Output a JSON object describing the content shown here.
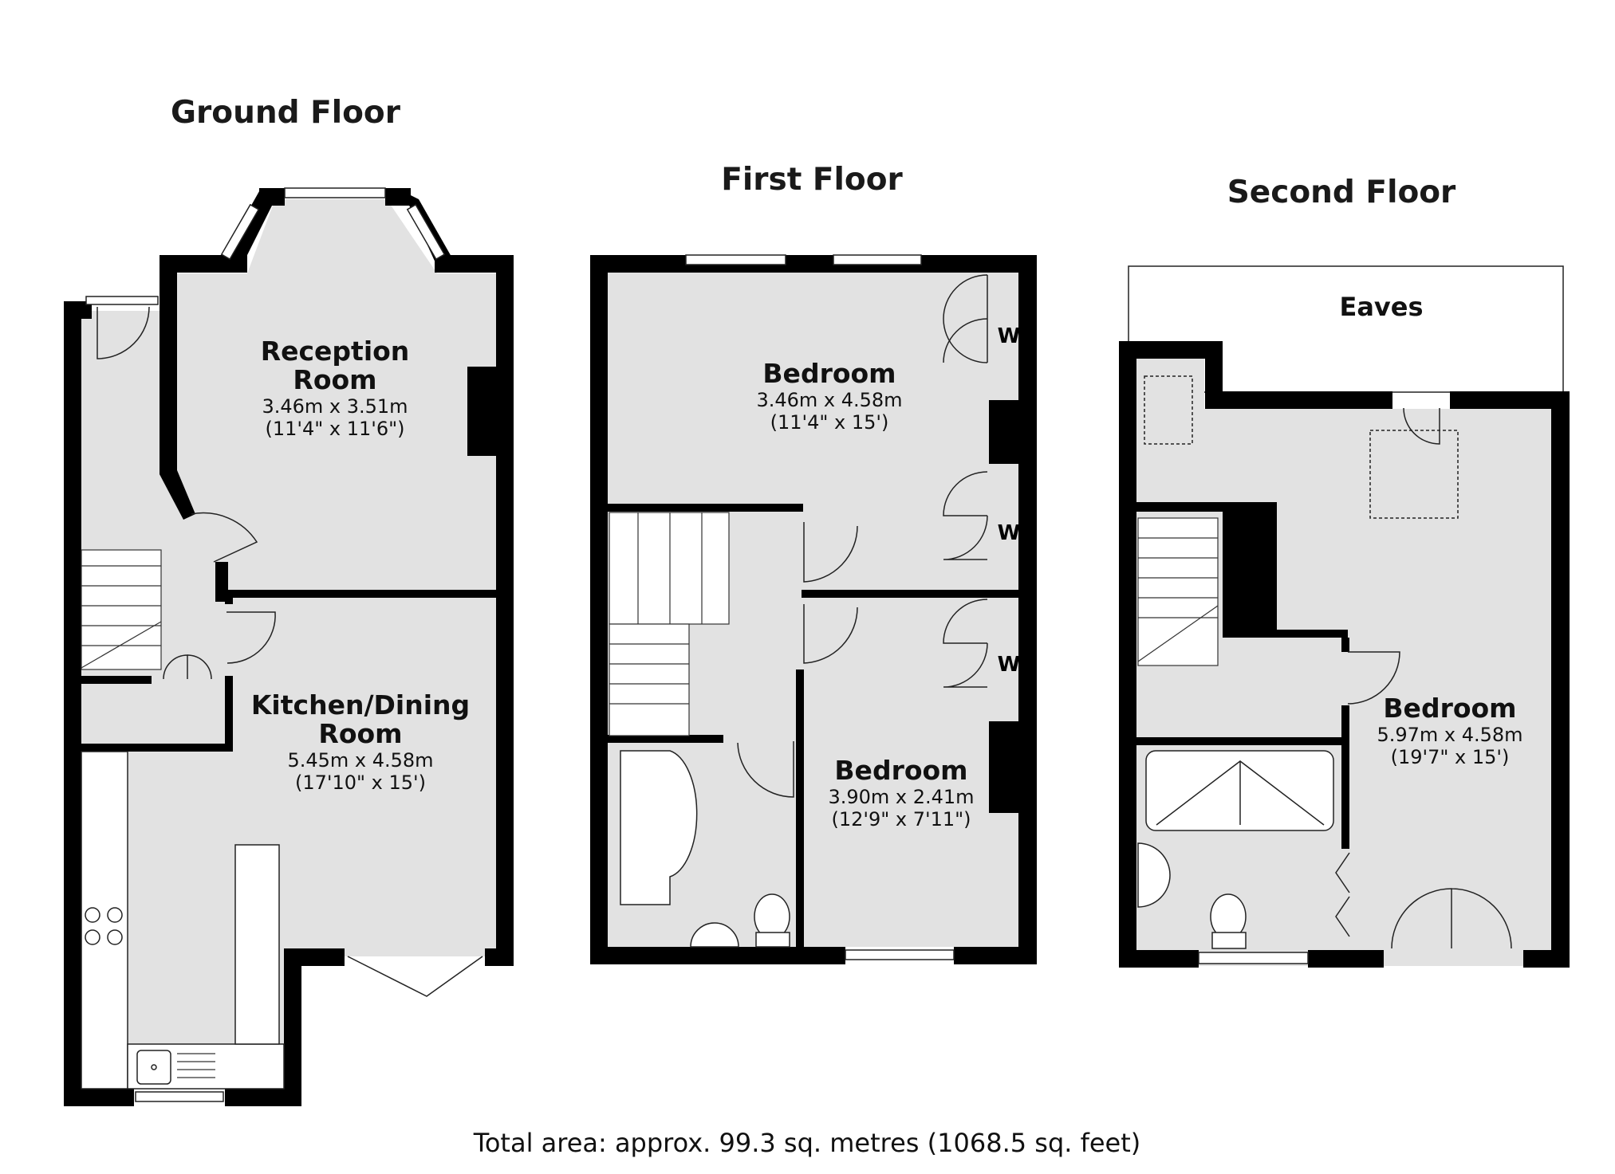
{
  "floors": {
    "ground": {
      "title": "Ground Floor",
      "reception": {
        "name_line1": "Reception",
        "name_line2": "Room",
        "metric": "3.46m x 3.51m",
        "imperial": "(11'4\" x 11'6\")"
      },
      "kitchen": {
        "name_line1": "Kitchen/Dining",
        "name_line2": "Room",
        "metric": "5.45m x 4.58m",
        "imperial": "(17'10\" x 15')"
      }
    },
    "first": {
      "title": "First Floor",
      "bedroom_front": {
        "name": "Bedroom",
        "metric": "3.46m x 4.58m",
        "imperial": "(11'4\" x 15')"
      },
      "bedroom_rear": {
        "name": "Bedroom",
        "metric": "3.90m x 2.41m",
        "imperial": "(12'9\" x 7'11\")"
      },
      "wardrobe_label": "W"
    },
    "second": {
      "title": "Second Floor",
      "eaves": "Eaves",
      "bedroom": {
        "name": "Bedroom",
        "metric": "5.97m x 4.58m",
        "imperial": "(19'7\" x 15')"
      }
    }
  },
  "total_area": "Total area: approx. 99.3 sq. metres (1068.5 sq. feet)",
  "colors": {
    "wall": "#000000",
    "floor": "#e2e2e2",
    "background": "#ffffff"
  }
}
